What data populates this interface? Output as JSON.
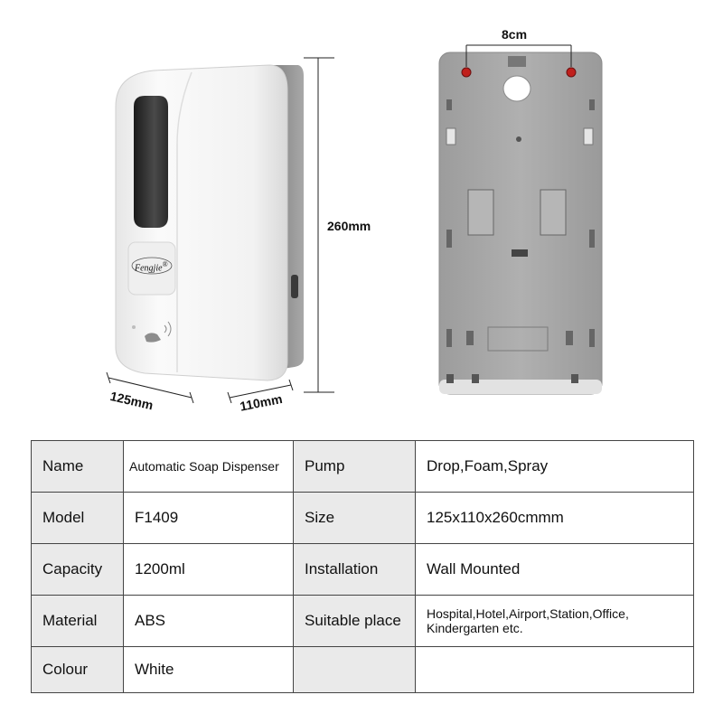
{
  "product": {
    "brand_logo": "Fengjie",
    "brand_mark": "®",
    "dimensions": {
      "height": "260mm",
      "width": "125mm",
      "depth": "110mm",
      "mount_spacing": "8cm"
    }
  },
  "spec_table": [
    {
      "label1": "Name",
      "value1": "Automatic Soap Dispenser",
      "label2": "Pump",
      "value2": "Drop,Foam,Spray"
    },
    {
      "label1": "Model",
      "value1": "F1409",
      "label2": "Size",
      "value2": "125x110x260cmmm"
    },
    {
      "label1": "Capacity",
      "value1": "1200ml",
      "label2": "Installation",
      "value2": "Wall Mounted"
    },
    {
      "label1": "Material",
      "value1": "ABS",
      "label2": "Suitable place",
      "value2": "Hospital,Hotel,Airport,Station,Office, Kindergarten etc."
    },
    {
      "label1": "Colour",
      "value1": "White",
      "label2": "",
      "value2": ""
    }
  ],
  "colors": {
    "dispenser_body": "#f4f4f4",
    "dispenser_side": "#9a9a9a",
    "backplate": "#a6a6a6",
    "mount_screw": "#c0201c",
    "table_label_bg": "#eaeaea"
  },
  "icons": [
    "hand-sensor-icon",
    "mount-screw-icon"
  ]
}
